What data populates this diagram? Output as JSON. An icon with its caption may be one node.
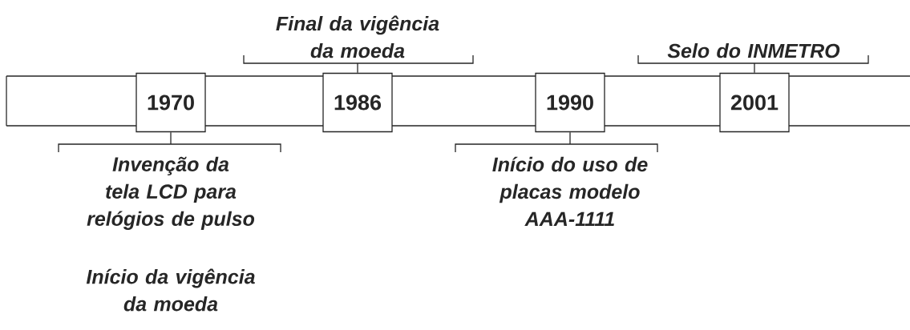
{
  "diagram": {
    "nodes": [
      {
        "text": [
          "Final da vigência da moeda"
        ]
      },
      {
        "text": [
          "Selo do INMETRO"
        ]
      },
      {
        "text": [
          "1970"
        ]
      },
      {
        "text": [
          "1986"
        ]
      },
      {
        "text": [
          "1990"
        ]
      },
      {
        "text": [
          "2001"
        ]
      },
      {
        "text": [
          "Invenção da tela LCD para relógios de pulso"
        ]
      },
      {
        "text": [
          "Início do uso de placas modelo AAA-1111"
        ]
      }
    ],
    "edges": [
      {
        "from": 0,
        "to": 3,
        "arrow": "none"
      },
      {
        "from": 1,
        "to": 5,
        "arrow": "none"
      },
      {
        "from": 6,
        "to": 2,
        "arrow": "none"
      },
      {
        "from": 7,
        "to": 4,
        "arrow": "none"
      }
    ],
    "labels": [
      "Início da vigência da moeda"
    ]
  }
}
